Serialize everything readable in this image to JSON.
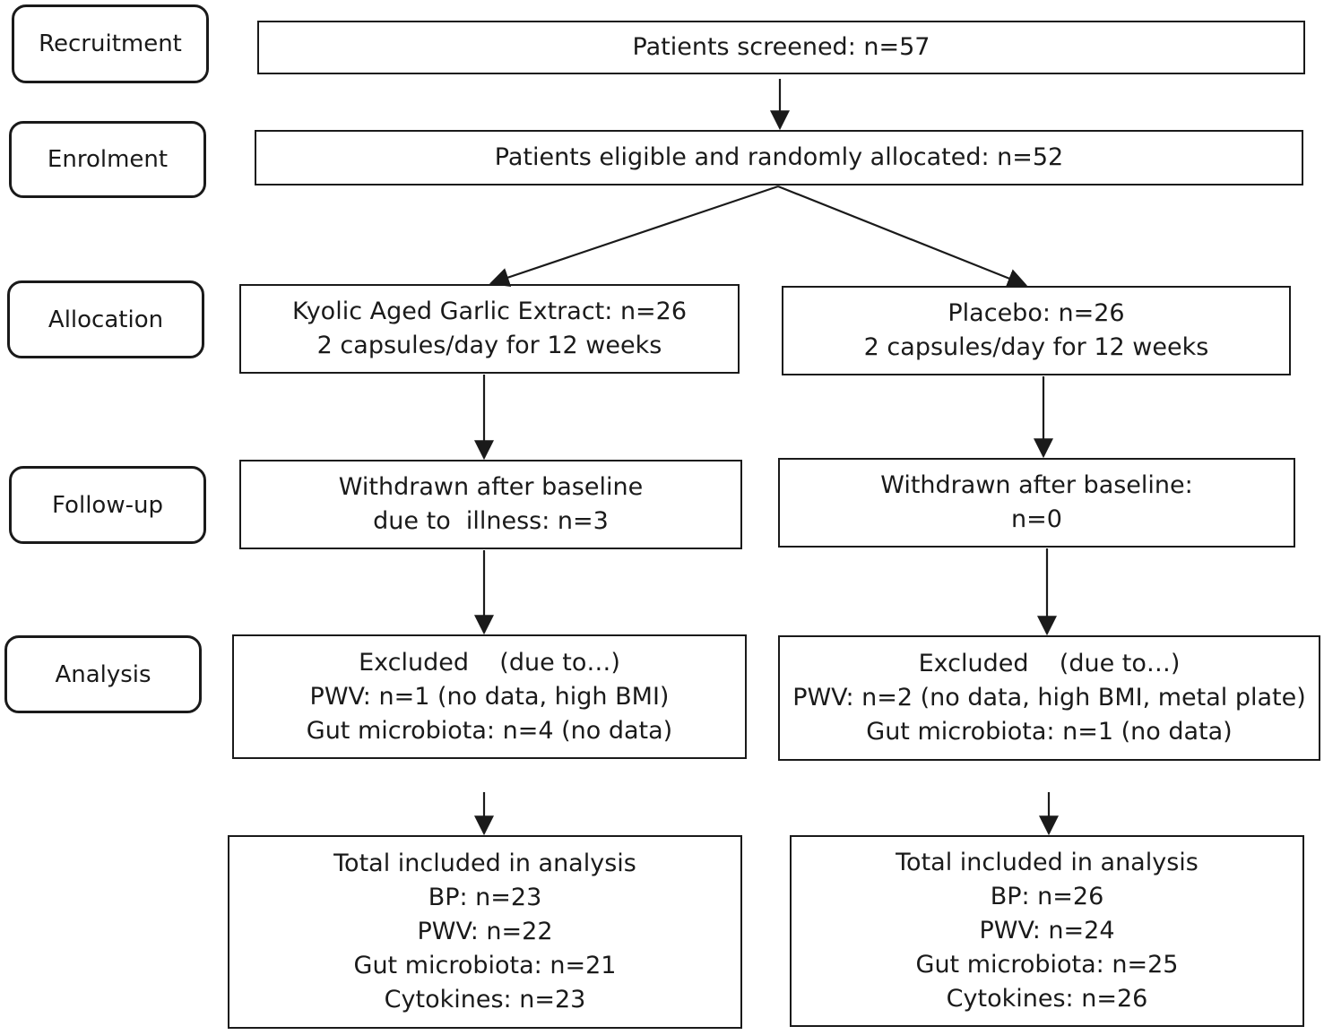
{
  "stages": {
    "recruitment": "Recruitment",
    "enrolment": "Enrolment",
    "allocation": "Allocation",
    "followup": "Follow-up",
    "analysis": "Analysis"
  },
  "screened": "Patients screened: n=57",
  "enrolled": "Patients eligible and randomly allocated: n=52",
  "garlic_arm": {
    "allocation": [
      "Kyolic Aged Garlic Extract: n=26",
      "2 capsules/day for 12 weeks"
    ],
    "followup": [
      "Withdrawn after baseline",
      "due to  illness: n=3"
    ],
    "excluded": [
      "Excluded    (due to…)",
      "PWV: n=1 (no data, high BMI)",
      "Gut microbiota: n=4 (no data)"
    ],
    "included": [
      "Total included in analysis",
      "BP: n=23",
      "PWV: n=22",
      "Gut microbiota: n=21",
      "Cytokines: n=23"
    ]
  },
  "placebo_arm": {
    "allocation": [
      "Placebo: n=26",
      "2 capsules/day for 12 weeks"
    ],
    "followup": [
      "Withdrawn after baseline:",
      "n=0"
    ],
    "excluded": [
      "Excluded    (due to…)",
      "PWV: n=2 (no data, high BMI, metal plate)",
      "Gut microbiota: n=1 (no data)"
    ],
    "included": [
      "Total included in analysis",
      "BP: n=26",
      "PWV: n=24",
      "Gut microbiota: n=25",
      "Cytokines: n=26"
    ]
  }
}
